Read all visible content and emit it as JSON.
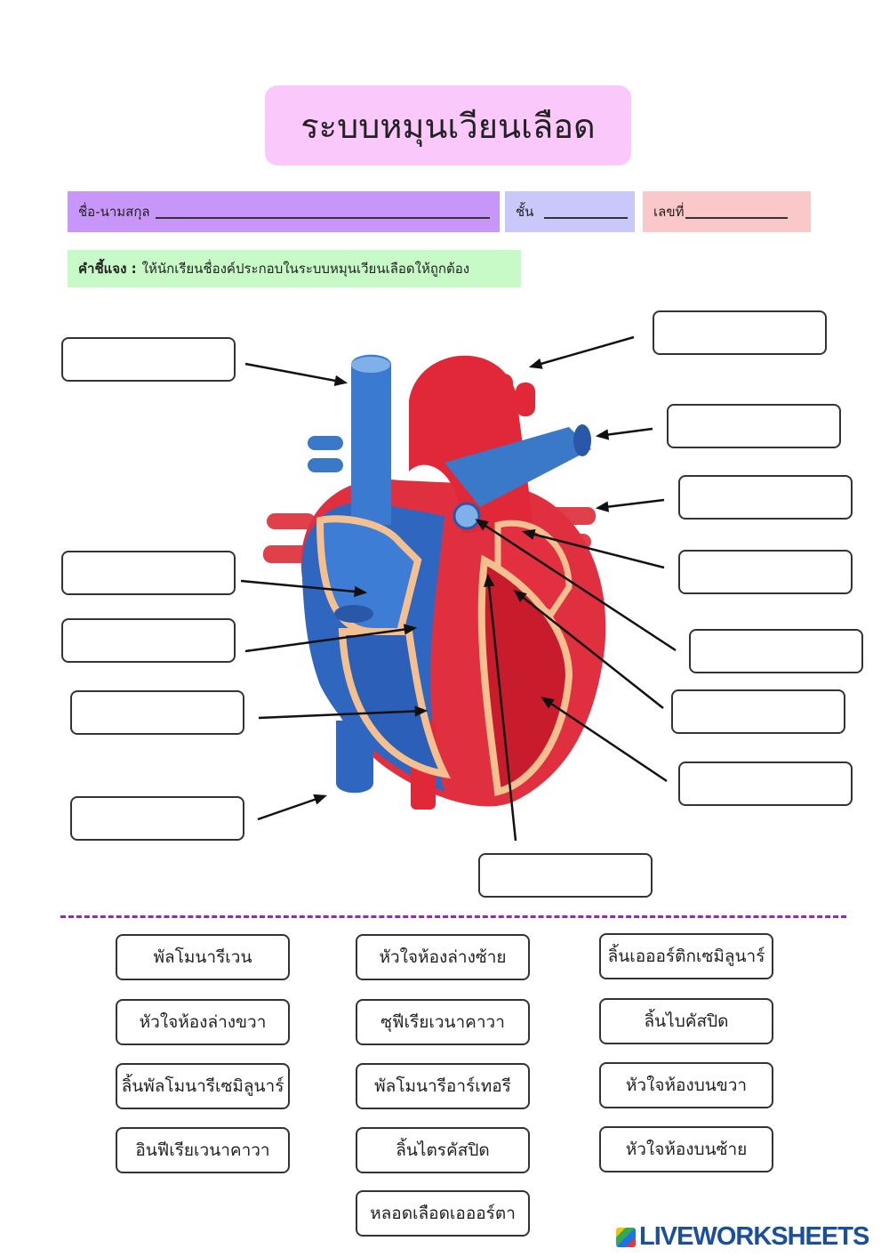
{
  "title": "ระบบหมุนเวียนเลือด",
  "fields": {
    "name_label": "ชื่อ-นามสกุล",
    "class_label": "ชั้น",
    "number_label": "เลขที่"
  },
  "instructions": {
    "label": "คำชี้แจง :",
    "text": "ให้นักเรียนชื่องค์ประกอบในระบบหมุนเวียนเลือดให้ถูกต้อง"
  },
  "word_bank": [
    [
      "พัลโมนารีเวน",
      "หัวใจห้องล่างขวา",
      "ลิ้นพัลโมนารีเซมิลูนาร์",
      "อินฟีเรียเวนาคาวา"
    ],
    [
      "หัวใจห้องล่างซ้าย",
      "ซุฟีเรียเวนาคาวา",
      "พัลโมนารีอาร์เทอรี",
      "ลิ้นไตรคัสปิด",
      "หลอดเลือดเอออร์ตา"
    ],
    [
      "ลิ้นเอออร์ติกเซมิลูนาร์",
      "ลิ้นไบคัสปิด",
      "หัวใจห้องบนขวา",
      "หัวใจห้องบนซ้าย"
    ]
  ],
  "logo": "LIVEWORKSHEETS",
  "colors": {
    "title_bg": "#fac8fa",
    "name_bg": "#c896f8",
    "class_bg": "#c8c8fa",
    "number_bg": "#fac8c8",
    "instr_bg": "#c8fac8",
    "divider": "#a020c0"
  }
}
